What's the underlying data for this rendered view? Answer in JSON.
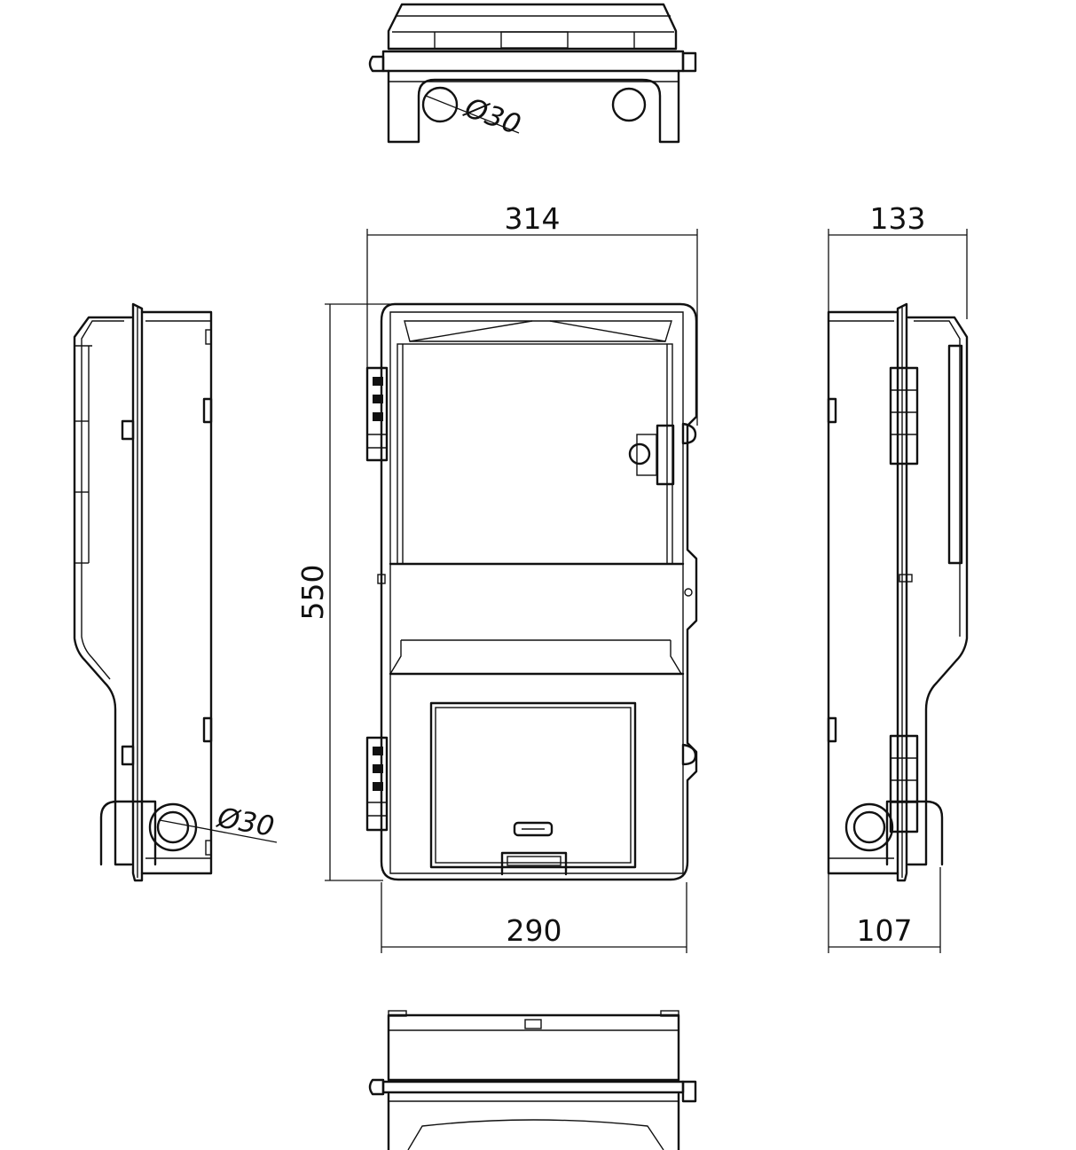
{
  "dimensions": {
    "front_width_top": "314",
    "front_width_bottom": "290",
    "front_height": "550",
    "side_depth_top": "133",
    "side_depth_bottom": "107"
  },
  "callouts": {
    "top_view_hole": "Ø30",
    "left_view_hole": "Ø30"
  }
}
